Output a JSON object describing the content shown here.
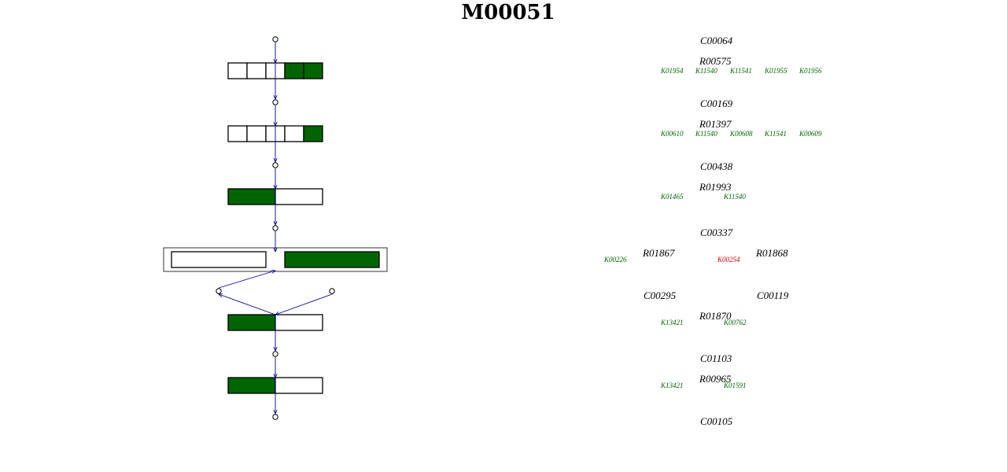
{
  "title": "M00051",
  "colors": {
    "present": "#006400",
    "absent": "#ffffff",
    "ko_present": "#006400",
    "ko_missing": "#cc0000",
    "arrow": "#00008b"
  },
  "pathway": {
    "steps": [
      {
        "cells": [
          false,
          false,
          false,
          true,
          true
        ]
      },
      {
        "cells": [
          false,
          false,
          false,
          false,
          true
        ]
      },
      {
        "cells": [
          true,
          false
        ]
      },
      {
        "complex": true,
        "subunits": [
          [
            false
          ],
          [
            true
          ]
        ]
      },
      {
        "cells": [
          true,
          false
        ]
      },
      {
        "cells": [
          true,
          false
        ]
      }
    ]
  },
  "reactions": [
    {
      "compound": "C00064",
      "reaction": "R00575",
      "kos": [
        {
          "id": "K01954",
          "present": true
        },
        {
          "id": "K11540",
          "present": true
        },
        {
          "id": "K11541",
          "present": true
        },
        {
          "id": "K01955",
          "present": true
        },
        {
          "id": "K01956",
          "present": true
        }
      ]
    },
    {
      "compound": "C00169",
      "reaction": "R01397",
      "kos": [
        {
          "id": "K00610",
          "present": true
        },
        {
          "id": "K11540",
          "present": true
        },
        {
          "id": "K00608",
          "present": true
        },
        {
          "id": "K11541",
          "present": true
        },
        {
          "id": "K00609",
          "present": true
        }
      ]
    },
    {
      "compound": "C00438",
      "reaction": "R01993",
      "kos": [
        {
          "id": "K01465",
          "present": true
        },
        {
          "id": "K11540",
          "present": true
        }
      ]
    }
  ],
  "branch": {
    "compound": "C00337",
    "left": {
      "ko": {
        "id": "K00226",
        "present": true
      },
      "reaction": "R01867"
    },
    "right": {
      "ko": {
        "id": "K00254",
        "present": false
      },
      "reaction": "R01868"
    },
    "products": [
      "C00295",
      "C00119"
    ]
  },
  "lower": [
    {
      "reaction": "R01870",
      "kos": [
        {
          "id": "K13421",
          "present": true
        },
        {
          "id": "K00762",
          "present": true
        }
      ],
      "compound": "C01103"
    },
    {
      "reaction": "R00965",
      "kos": [
        {
          "id": "K13421",
          "present": true
        },
        {
          "id": "K01591",
          "present": true
        }
      ],
      "compound": "C00105"
    }
  ]
}
